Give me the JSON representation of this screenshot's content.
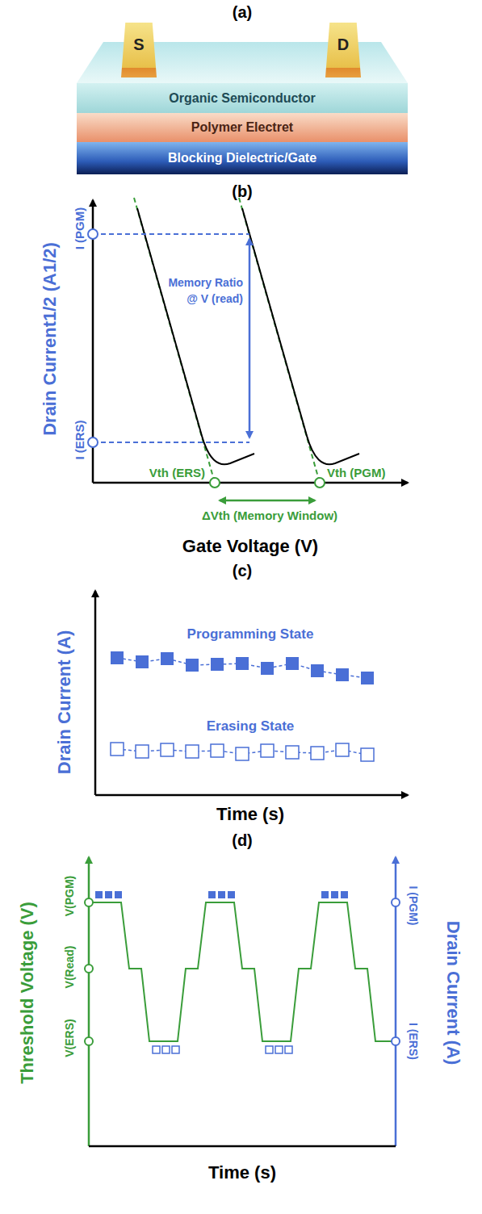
{
  "diagram": {
    "nodes": [
      {
        "text": [
          "S"
        ]
      },
      {
        "text": [
          "D"
        ]
      },
      {
        "text": [
          "Organic Semiconductor"
        ]
      },
      {
        "text": [
          "Polymer Electret"
        ]
      },
      {
        "text": [
          "Blocking Dielectric/Gate"
        ]
      }
    ],
    "labels": [
      "(a)",
      "(b)",
      "I (PGM)",
      "I (ERS)",
      "Memory Ratio",
      "@ V (read)",
      "Vth (ERS)",
      "Vth (PGM)",
      "ΔVth (Memory Window)",
      "Gate Voltage (V)",
      "Drain Current1/2 (A1/2)",
      "(c)",
      "Drain Current (A)",
      "Programming State",
      "Erasing State",
      "Time (s)",
      "(d)",
      "Threshold Voltage (V)",
      "V(PGM)",
      "V(Read)",
      "V(ERS)",
      "Drain Current (A)",
      "I (PGM)",
      "I (ERS)",
      "Time (s)"
    ]
  }
}
